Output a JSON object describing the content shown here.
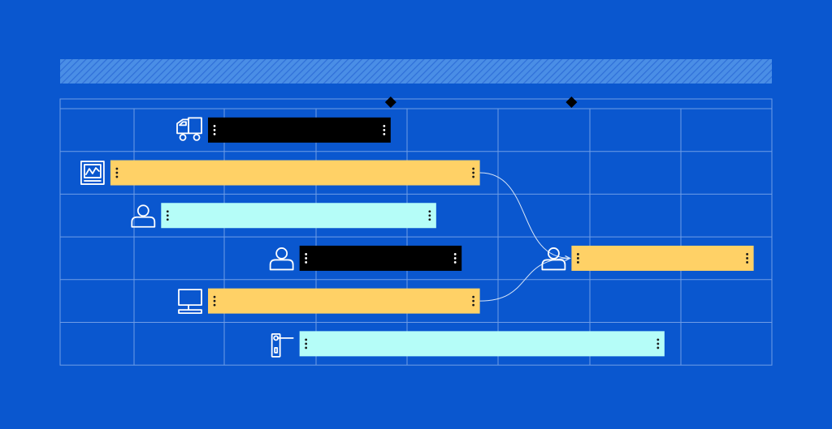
{
  "colors": {
    "background": "#0a57cf",
    "header_stripe": "#4a8ee6",
    "grid_line": "#6f9de6",
    "bar_yellow": "#ffd166",
    "bar_black": "#000000",
    "bar_cyan": "#b5fdf8",
    "icon_stroke": "#ffffff",
    "milestone": "#000000",
    "dependency_line": "#d6e4f7"
  },
  "timeline": {
    "columns": 8,
    "rows": 6,
    "milestones": [
      {
        "name": "milestone-1",
        "col": 3.82
      },
      {
        "name": "milestone-2",
        "col": 5.8
      }
    ]
  },
  "tasks": [
    {
      "name": "delivery-task",
      "icon": "truck-icon",
      "row": 0,
      "start": 1.82,
      "end": 3.82,
      "color": "black"
    },
    {
      "name": "monitoring-task",
      "icon": "monitor-chart-icon",
      "row": 1,
      "start": 0.68,
      "end": 4.8,
      "color": "yellow"
    },
    {
      "name": "user-task-a",
      "icon": "user-icon",
      "row": 2,
      "start": 1.3,
      "end": 4.32,
      "color": "cyan"
    },
    {
      "name": "user-task-b",
      "icon": "user-icon",
      "row": 3,
      "start": 2.82,
      "end": 4.6,
      "color": "black"
    },
    {
      "name": "user-task-c",
      "icon": "user-icon",
      "row": 3,
      "start": 5.8,
      "end": 7.8,
      "color": "yellow"
    },
    {
      "name": "computer-task",
      "icon": "computer-icon",
      "row": 4,
      "start": 1.82,
      "end": 4.8,
      "color": "yellow"
    },
    {
      "name": "access-task",
      "icon": "door-handle-icon",
      "row": 5,
      "start": 2.82,
      "end": 6.82,
      "color": "cyan"
    }
  ],
  "dependencies": [
    {
      "from": 1,
      "to": 4
    },
    {
      "from": 5,
      "to": 4
    }
  ]
}
